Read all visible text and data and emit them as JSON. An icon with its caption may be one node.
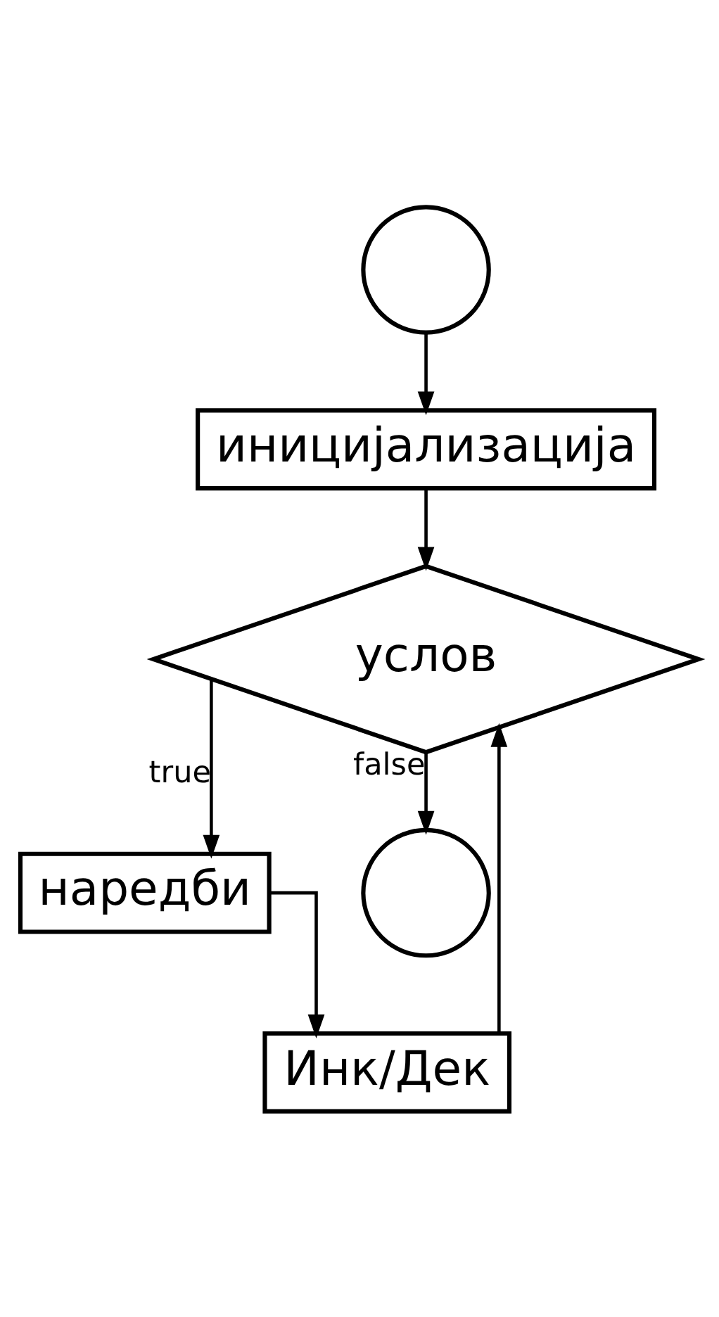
{
  "diagram": {
    "nodes": [
      {
        "text": [],
        "shape": "circle"
      },
      {
        "text": [
          "иницијализација"
        ]
      },
      {
        "text": [
          "услов"
        ]
      },
      {
        "text": [
          "наредби"
        ]
      },
      {
        "text": [
          "Инк/Дек"
        ]
      },
      {
        "text": [],
        "shape": "circle"
      }
    ],
    "edges": [
      {
        "from": 0,
        "to": 1,
        "arrow": "to"
      },
      {
        "from": 1,
        "to": 2,
        "arrow": "to"
      },
      {
        "from": 2,
        "to": 3,
        "label": "true",
        "arrow": "to"
      },
      {
        "from": 3,
        "to": 4,
        "arrow": "to"
      },
      {
        "from": 4,
        "to": 2,
        "arrow": "to"
      },
      {
        "from": 2,
        "to": 5,
        "label": "false",
        "arrow": "to"
      }
    ]
  }
}
